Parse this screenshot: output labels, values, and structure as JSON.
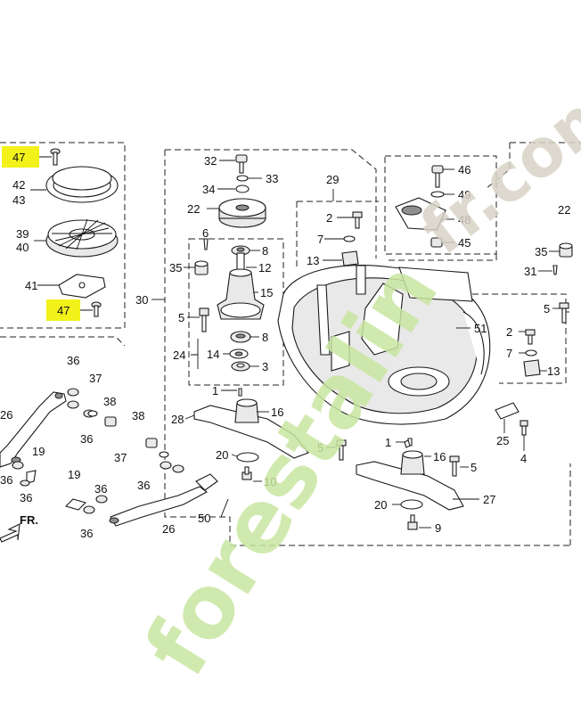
{
  "diagram": {
    "callouts": {
      "p47a": "47",
      "p42": "42",
      "p43": "43",
      "p39": "39",
      "p40": "40",
      "p41": "41",
      "p47b": "47",
      "p32": "32",
      "p33": "33",
      "p34": "34",
      "p22a": "22",
      "p8": "8",
      "p12": "12",
      "p35a": "35",
      "p15": "15",
      "p30": "30",
      "p5a": "5",
      "p6": "6",
      "p24": "24",
      "p14": "14",
      "p3": "3",
      "p1a": "1",
      "p16a": "16",
      "p28": "28",
      "p20a": "20",
      "p10": "10",
      "p50": "50",
      "p26b": "26",
      "p29": "29",
      "p2a": "2",
      "p7a": "7",
      "p13a": "13",
      "p46": "46",
      "p49": "49",
      "p48": "48",
      "p45": "45",
      "p51": "51",
      "p5b": "5",
      "p1b": "1",
      "p16b": "16",
      "p5c": "5",
      "p27": "27",
      "p20b": "20",
      "p9": "9",
      "p25": "25",
      "p4": "4",
      "p22b": "22",
      "p35b": "35",
      "p31": "31",
      "p5d": "5",
      "p2b": "2",
      "p7b": "7",
      "p13b": "13",
      "p36a": "36",
      "p37a": "37",
      "p38a": "38",
      "p36b": "36",
      "p26a": "26",
      "p36c": "36",
      "p19a": "19",
      "p36d": "36",
      "p38b": "38",
      "p37b": "37",
      "p36e": "36",
      "p19b": "19",
      "p36f": "36",
      "p36g": "36"
    },
    "front_marker": "FR.",
    "watermark_top": "fr.com",
    "watermark_bottom": "forestalin",
    "highlight_color": "#f2f21a",
    "watermark_color": "#c8e6a0",
    "watermark_color_top": "#d8d2c6"
  }
}
